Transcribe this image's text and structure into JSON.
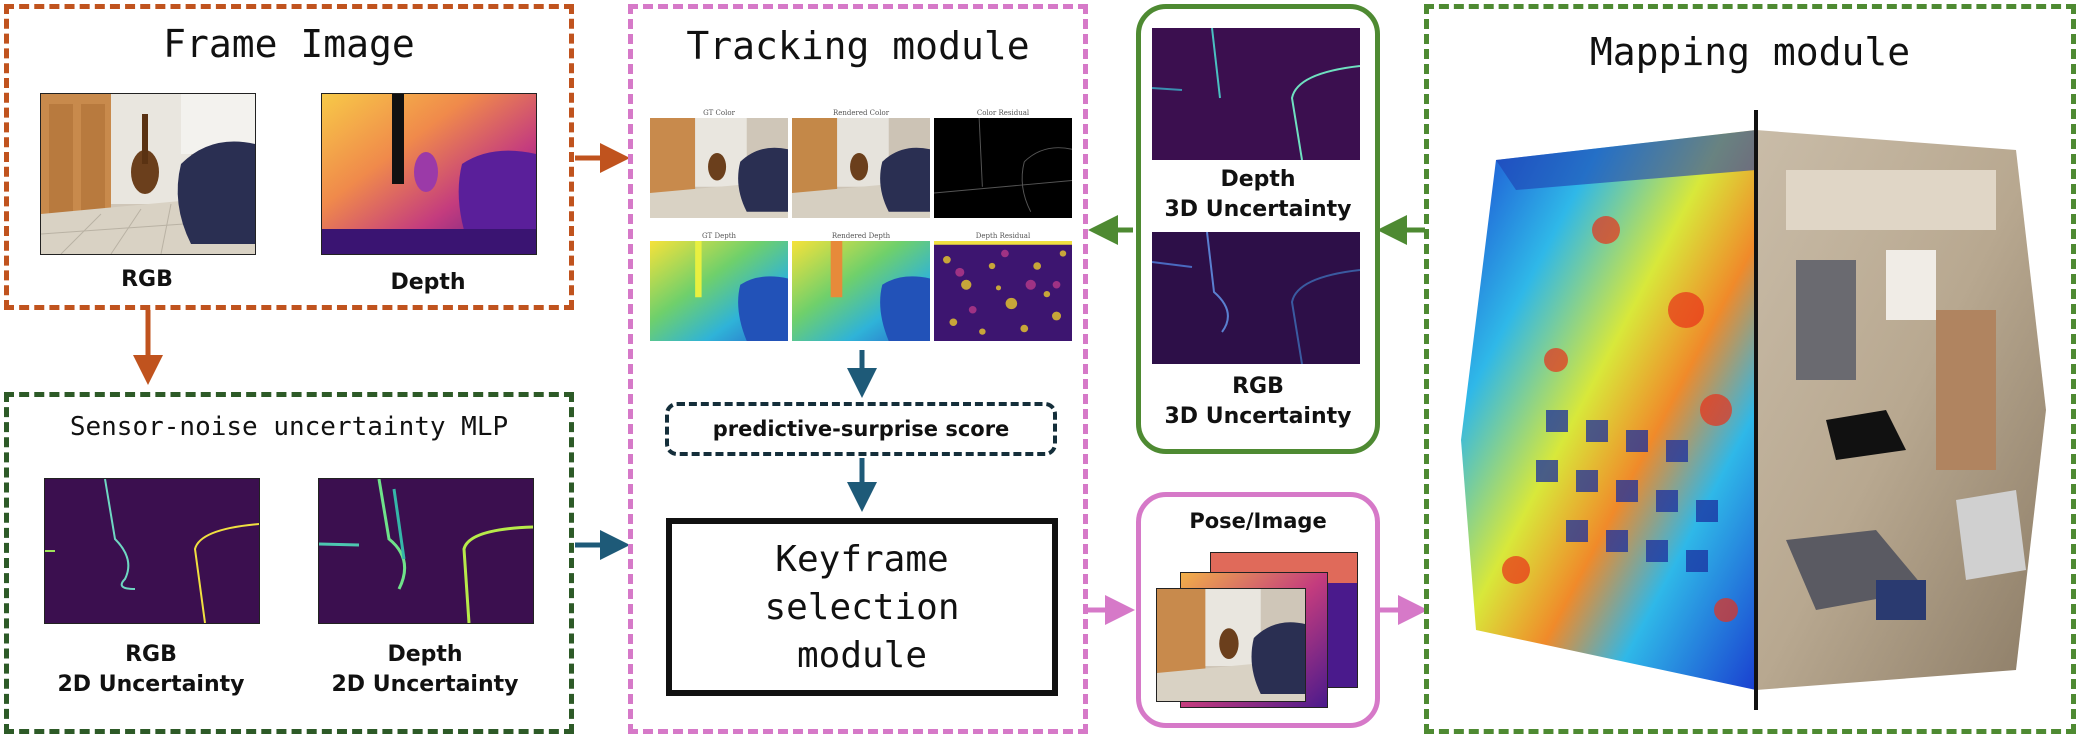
{
  "frame_image": {
    "title": "Frame Image",
    "rgb_label": "RGB",
    "depth_label": "Depth"
  },
  "sensor_noise": {
    "title": "Sensor-noise uncertainty MLP",
    "rgb_label_line1": "RGB",
    "rgb_label_line2": "2D Uncertainty",
    "depth_label_line1": "Depth",
    "depth_label_line2": "2D Uncertainty"
  },
  "tracking": {
    "title": "Tracking module",
    "grid_labels": [
      "GT Color",
      "Rendered Color",
      "Color Residual",
      "GT Depth",
      "Rendered Depth",
      "Depth Residual"
    ],
    "surprise_score": "predictive-surprise score",
    "keyframe_line1": "Keyframe",
    "keyframe_line2": "selection",
    "keyframe_line3": "module"
  },
  "uncertainty_3d": {
    "depth_line1": "Depth",
    "depth_line2": "3D Uncertainty",
    "rgb_line1": "RGB",
    "rgb_line2": "3D Uncertainty"
  },
  "pose_image": {
    "label": "Pose/Image"
  },
  "mapping": {
    "title": "Mapping module"
  },
  "colors": {
    "orange": "#C0531E",
    "dark_green": "#2D5A27",
    "green": "#4E8A32",
    "pink": "#D679C8",
    "teal": "#1E5A78",
    "navy": "#142E3A"
  }
}
